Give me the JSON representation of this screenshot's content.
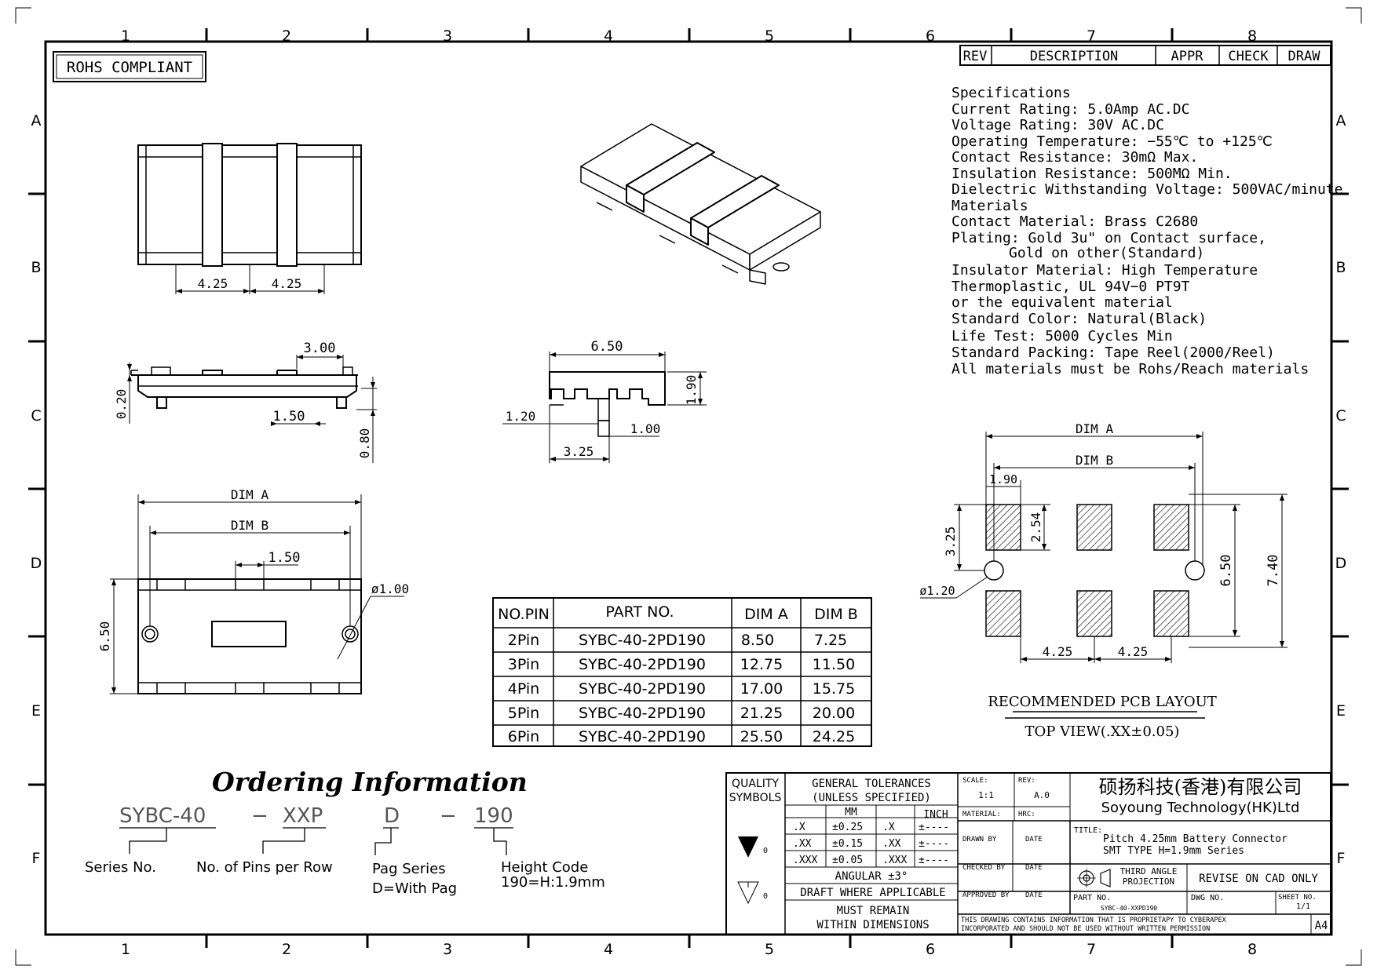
{
  "frame": {
    "columns": [
      "1",
      "2",
      "3",
      "4",
      "5",
      "6",
      "7",
      "8"
    ],
    "rows": [
      "A",
      "B",
      "C",
      "D",
      "E",
      "F"
    ]
  },
  "rohs": "ROHS COMPLIANT",
  "revision_table": {
    "rev": "REV",
    "description": "DESCRIPTION",
    "appr": "APPR",
    "check": "CHECK",
    "draw": "DRAW"
  },
  "specifications": [
    "Specifications",
    "Current Rating: 5.0Amp AC.DC",
    "Voltage Rating: 30V AC.DC",
    "Operating Temperature: −55℃ to +125℃",
    "Contact Resistance: 30mΩ Max.",
    "Insulation Resistance: 500MΩ Min.",
    "Dielectric Withstanding Voltage: 500VAC/minute",
    "Materials",
    "Contact Material: Brass C2680",
    "Plating: Gold 3u\" on Contact surface,",
    "Gold on other(Standard)",
    "Insulator Material: High Temperature",
    "Thermoplastic, UL 94V−0 PT9T",
    "or the equivalent material",
    "Standard Color: Natural(Black)",
    "Life Test: 5000 Cycles Min",
    "Standard Packing: Tape Reel(2000/Reel)",
    "All materials must be Rohs/Reach materials"
  ],
  "dims": {
    "top_pitch_1": "4.25",
    "top_pitch_2": "4.25",
    "side_300": "3.00",
    "side_020": "0.20",
    "side_150": "1.50",
    "side_080": "0.80",
    "end_650": "6.50",
    "end_190": "1.90",
    "end_120": "1.20",
    "end_100": "1.00",
    "end_325": "3.25",
    "bottom_dim_a": "DIM A",
    "bottom_dim_b": "DIM B",
    "bottom_150": "1.50",
    "bottom_650": "6.50",
    "bottom_hole": "ø1.00",
    "pcb_dim_a": "DIM A",
    "pcb_dim_b": "DIM B",
    "pcb_190": "1.90",
    "pcb_254": "2.54",
    "pcb_325": "3.25",
    "pcb_650": "6.50",
    "pcb_740": "7.40",
    "pcb_hole": "ø1.20",
    "pcb_pitch_1": "4.25",
    "pcb_pitch_2": "4.25"
  },
  "pcb_caption": {
    "title": "RECOMMENDED PCB LAYOUT",
    "subtitle": "TOP VIEW(.XX±0.05)"
  },
  "parts_table": {
    "headers": [
      "NO.PIN",
      "PART NO.",
      "DIM A",
      "DIM B"
    ],
    "rows": [
      [
        "2Pin",
        "SYBC-40-2PD190",
        "8.50",
        "7.25"
      ],
      [
        "3Pin",
        "SYBC-40-2PD190",
        "12.75",
        "11.50"
      ],
      [
        "4Pin",
        "SYBC-40-2PD190",
        "17.00",
        "15.75"
      ],
      [
        "5Pin",
        "SYBC-40-2PD190",
        "21.25",
        "20.00"
      ],
      [
        "6Pin",
        "SYBC-40-2PD190",
        "25.50",
        "24.25"
      ]
    ]
  },
  "ordering": {
    "title": "Ordering Information",
    "code_parts": [
      "SYBC-40",
      "−",
      "XXP",
      "D",
      "−",
      "190"
    ],
    "labels": {
      "series": "Series No.",
      "pins": "No. of Pins per Row",
      "pag_1": "Pag Series",
      "pag_2": "D=With Pag",
      "height_1": "Height Code",
      "height_2": "190=H:1.9mm"
    }
  },
  "title_block": {
    "quality_1": "QUALITY",
    "quality_2": "SYMBOLS",
    "gt_1": "GENERAL TOLERANCES",
    "gt_2": "(UNLESS SPECIFIED)",
    "mm": "MM",
    "inch": "INCH",
    "tol_rows": [
      [
        ".X",
        "±0.25",
        ".X",
        "±----"
      ],
      [
        ".XX",
        "±0.15",
        ".XX",
        "±----"
      ],
      [
        ".XXX",
        "±0.05",
        ".XXX",
        "±----"
      ]
    ],
    "angular": "ANGULAR ±3°",
    "draft_1": "DRAFT WHERE APPLICABLE",
    "draft_2": "MUST REMAIN",
    "draft_3": "WITHIN DIMENSIONS",
    "sym_label_1": "0",
    "sym_label_2": "0",
    "scale_label": "SCALE:",
    "scale_value": "1:1",
    "rev_label": "REV:",
    "rev_value": "A.0",
    "material_label": "MATERIAL:",
    "hrc_label": "HRC:",
    "drawn_by": "DRAWN BY",
    "checked_by": "CHECKED BY",
    "approved_by": "APPROVED BY",
    "date_1": "DATE",
    "date_2": "DATE",
    "date_3": "DATE",
    "company_cn": "硕扬科技(香港)有限公司",
    "company_en": "Soyoung Technology(HK)Ltd",
    "title_label": "TITLE:",
    "title_1": "Pitch 4.25mm Battery Connector",
    "title_2": "SMT TYPE H=1.9mm Series",
    "projection_1": "THIRD ANGLE",
    "projection_2": "PROJECTION",
    "revise": "REVISE ON CAD ONLY",
    "part_no_label": "PART NO.",
    "part_no_value": "SYBC-40-XXPD190",
    "dwg_no_label": "DWG NO.",
    "sheet_label": "SHEET NO.",
    "sheet_value": "1/1",
    "notice_1": "THIS DRAWING CONTAINS INFORMATION THAT IS PROPRIETAPY TO CYBERAPEX",
    "notice_2": "INCORPORATED AND SHOULD NOT BE USED WITHOUT WRITTEN PERMISSION",
    "size": "A4"
  }
}
